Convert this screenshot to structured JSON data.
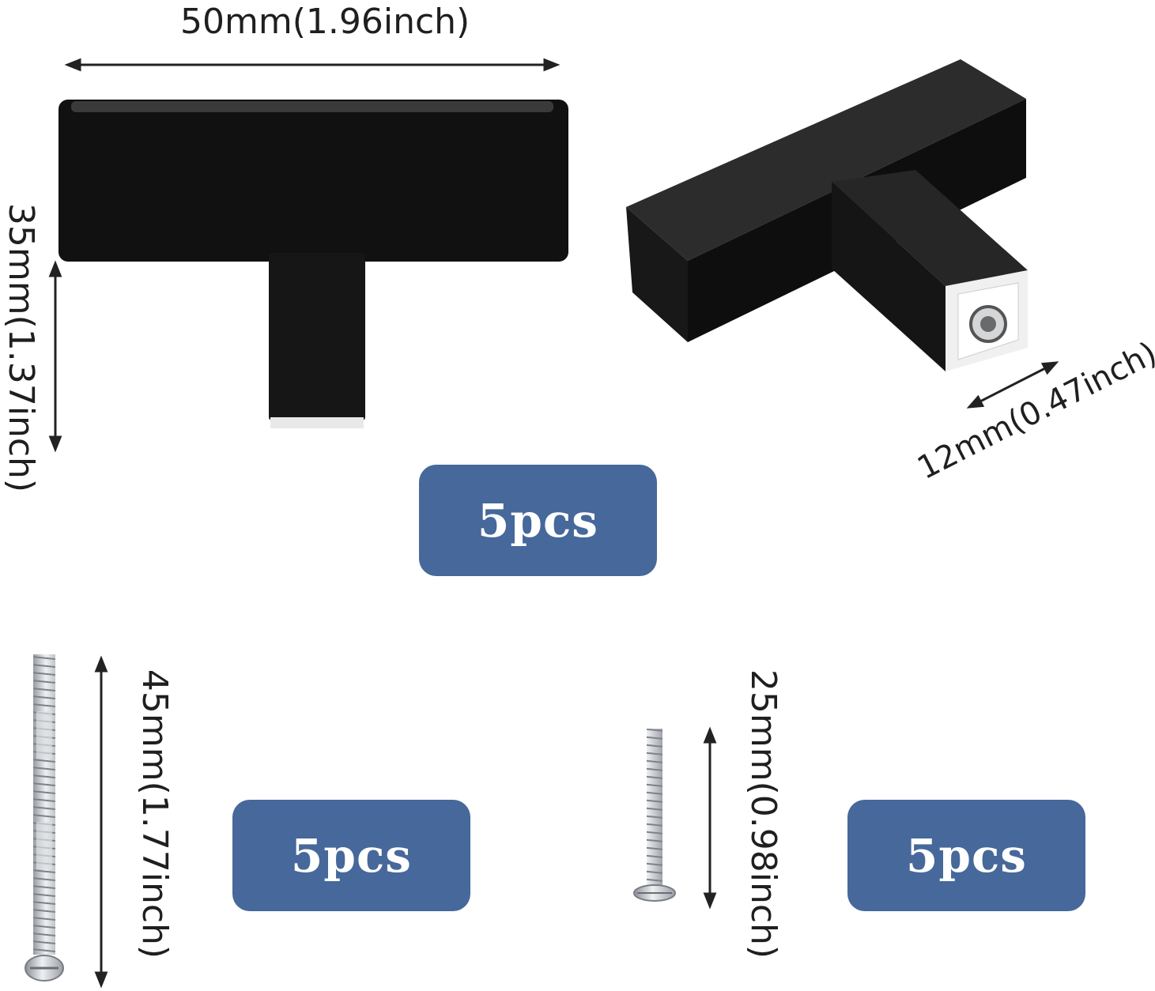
{
  "dimensions": {
    "knob_width": "50mm(1.96inch)",
    "knob_height": "35mm(1.37inch)",
    "knob_base": "12mm(0.47inch)",
    "long_screw": "45mm(1.77inch)",
    "short_screw": "25mm(0.98inch)"
  },
  "badges": {
    "knob_quantity": "5pcs",
    "long_screw_quantity": "5pcs",
    "short_screw_quantity": "5pcs"
  },
  "colors": {
    "badge": "#46689a",
    "knob": "#141414",
    "screw": "#c8cace"
  }
}
